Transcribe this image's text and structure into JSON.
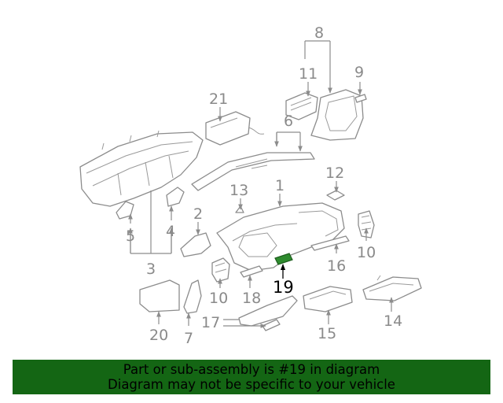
{
  "callouts": [
    "1",
    "2",
    "3",
    "4",
    "5",
    "6",
    "7",
    "8",
    "9",
    "10",
    "10",
    "11",
    "12",
    "13",
    "14",
    "15",
    "16",
    "17",
    "18",
    "19",
    "20",
    "21"
  ],
  "highlight_part": "19",
  "footer": {
    "line1": "Part or sub-assembly is #19 in diagram",
    "line2": "Diagram may not be specific to your vehicle"
  },
  "colors": {
    "footer_bg": "#146614",
    "highlight_fill": "#2e8b2e",
    "line_art": "#8c8c8c"
  }
}
